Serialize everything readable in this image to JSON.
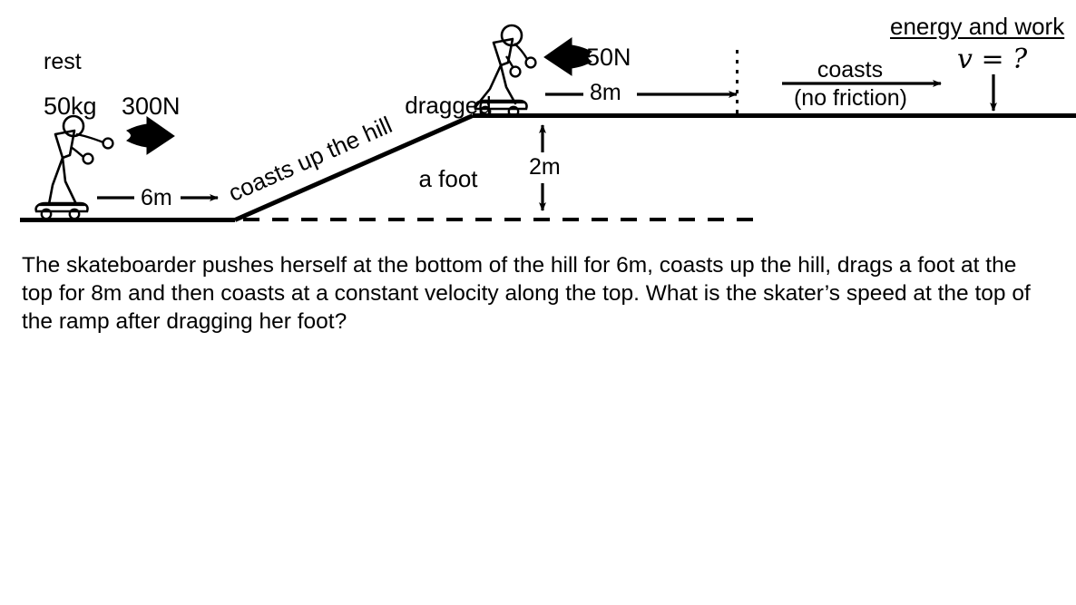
{
  "figure": {
    "heading": "energy and work",
    "labels": {
      "rest": "rest",
      "mass": "50kg",
      "push_force": "300N",
      "bottom_distance": "6m",
      "ramp_note": "coasts up the hill",
      "dragged_line1": "dragged",
      "dragged_line2": "a foot",
      "drag_force": "50N",
      "top_distance": "8m",
      "height": "2m",
      "coasts": "coasts",
      "no_friction": "(no friction)",
      "unknown_speed": "v = ?"
    }
  },
  "question": {
    "text": "The skateboarder pushes herself at the bottom of the hill for 6m, coasts up the hill, drags a foot at the top for 8m and then coasts at a constant velocity along the top. What is the skater’s speed at the top of the ramp after dragging her foot?"
  },
  "colors": {
    "ink": "#000000",
    "background": "#ffffff"
  },
  "physics_values": {
    "mass_kg": 50,
    "push_force_N": 300,
    "push_distance_m": 6,
    "friction_force_N": 50,
    "drag_distance_m": 8,
    "ramp_height_m": 2,
    "initial_state": "rest",
    "unknown": "v"
  }
}
